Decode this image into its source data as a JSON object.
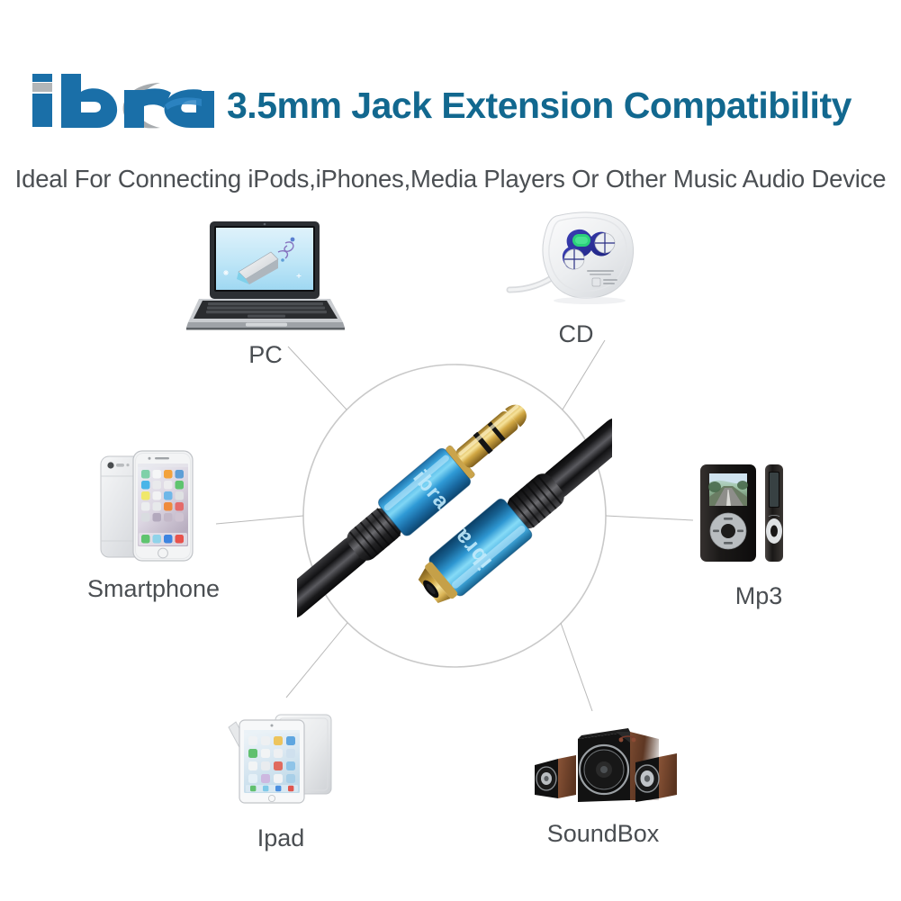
{
  "brand": {
    "logo_text": "ibra",
    "logo_color_primary": "#1a6fa8",
    "logo_color_accent": "#9b9b9b"
  },
  "header": {
    "title": "3.5mm Jack Extension Compatibility",
    "title_color": "#12688f",
    "subtitle": "Ideal For Connecting iPods,iPhones,Media Players Or Other Music Audio Device",
    "subtitle_color": "#4b4f53"
  },
  "diagram": {
    "center_product": {
      "name": "3.5mm jack extension cable",
      "plug_type": "male-to-female",
      "barrel_color": "#2aa3e0",
      "plug_color": "#d4ab4a",
      "cable_color": "#1c1c1e",
      "barrel_brand_text": "ibra",
      "circle_stroke": "#c9c9c9"
    },
    "devices": [
      {
        "id": "pc",
        "label": "PC",
        "icon": "laptop-icon"
      },
      {
        "id": "cd",
        "label": "CD",
        "icon": "cd-player-icon"
      },
      {
        "id": "smartphone",
        "label": "Smartphone",
        "icon": "smartphone-icon"
      },
      {
        "id": "mp3",
        "label": "Mp3",
        "icon": "mp3-player-icon"
      },
      {
        "id": "ipad",
        "label": "Ipad",
        "icon": "tablet-icon"
      },
      {
        "id": "soundbox",
        "label": "SoundBox",
        "icon": "speaker-system-icon"
      }
    ]
  }
}
